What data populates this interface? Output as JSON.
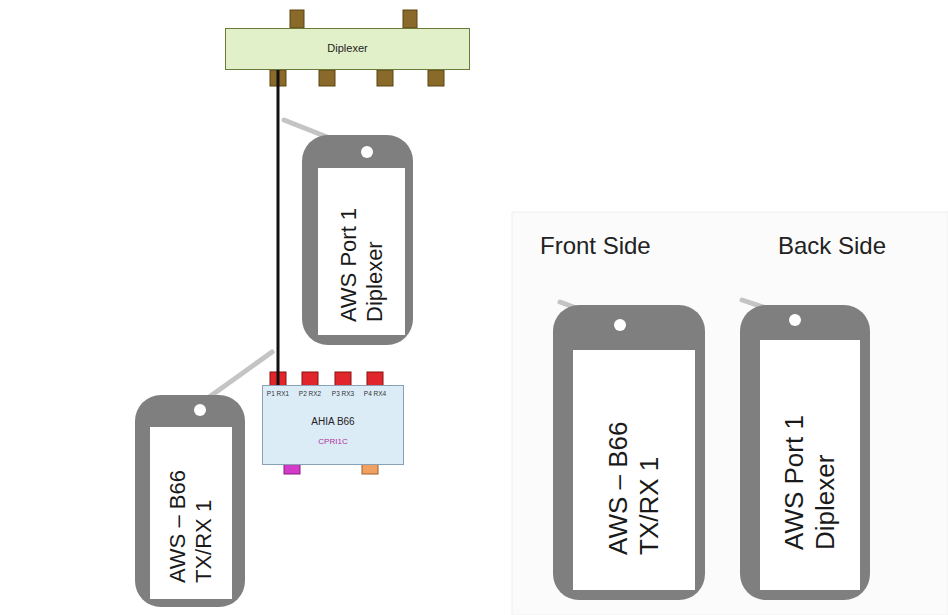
{
  "diagram": {
    "nodes": [
      {
        "text": [
          "Diplexer"
        ]
      },
      {
        "text": [
          "AWS Port 1 Diplexer"
        ]
      },
      {
        "text": [
          "AHIA B66"
        ]
      },
      {
        "text": [
          "AWS – B66 TX/RX 1"
        ]
      },
      {
        "text": [
          "AWS – B66 TX/RX 1"
        ]
      },
      {
        "text": [
          "AWS Port 1 Diplexer"
        ]
      }
    ],
    "edges": [
      {
        "from": 2,
        "to": 0,
        "arrow": "none"
      }
    ],
    "labels": [
      "Front Side",
      "Back Side",
      "P1 RX1",
      "P2 RX2",
      "P3 RX3",
      "P4 RX4",
      "CPRI1C"
    ]
  }
}
